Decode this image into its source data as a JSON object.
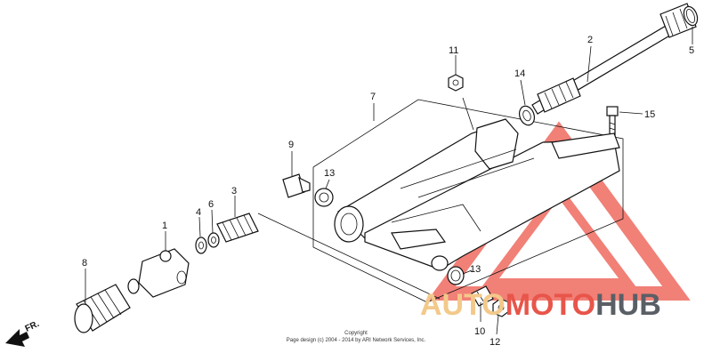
{
  "parts": [
    {
      "id": "1",
      "label": "1"
    },
    {
      "id": "2",
      "label": "2"
    },
    {
      "id": "3",
      "label": "3"
    },
    {
      "id": "4",
      "label": "4"
    },
    {
      "id": "5",
      "label": "5"
    },
    {
      "id": "6",
      "label": "6"
    },
    {
      "id": "7",
      "label": "7"
    },
    {
      "id": "8",
      "label": "8"
    },
    {
      "id": "9",
      "label": "9"
    },
    {
      "id": "10",
      "label": "10"
    },
    {
      "id": "11",
      "label": "11"
    },
    {
      "id": "12",
      "label": "12"
    },
    {
      "id": "13a",
      "label": "13"
    },
    {
      "id": "13b",
      "label": "13"
    },
    {
      "id": "14",
      "label": "14"
    },
    {
      "id": "15",
      "label": "15"
    }
  ],
  "direction_label": "FR.",
  "copyright": {
    "line1": "Copyright",
    "line2": "Page design (c) 2004 - 2014 by ARI Network Services, Inc."
  },
  "watermark": {
    "part1": "AUTO",
    "part2": "MOTO",
    "part3": "HUB"
  },
  "colors": {
    "watermark_red": "#e8554a",
    "watermark_orange": "#f3c98a",
    "watermark_gray": "#5a5f66"
  }
}
